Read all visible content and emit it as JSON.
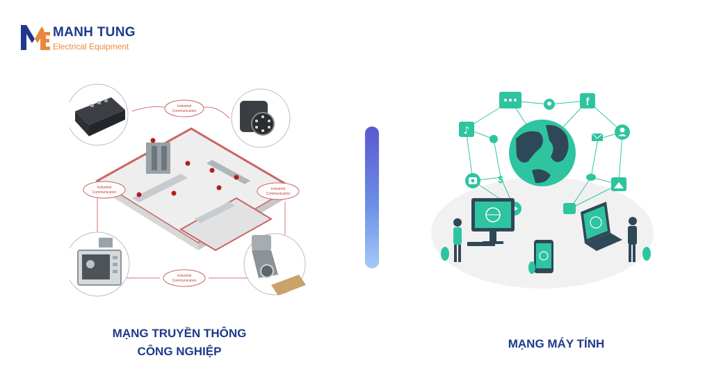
{
  "logo": {
    "name": "MANH TUNG",
    "subtitle": "Electrical Equipment",
    "colors": {
      "primary": "#1d3a8a",
      "accent": "#e8883a"
    }
  },
  "left_panel": {
    "callout_line1": "Industrial",
    "callout_line2": "Communication",
    "caption_line1": "MẠNG TRUYỀN THÔNG",
    "caption_line2": "CÔNG NGHIỆP"
  },
  "right_panel": {
    "caption": "MẠNG MÁY TÍNH",
    "colors": {
      "teal": "#2ec4a0",
      "dark": "#2f4858"
    }
  },
  "divider": {
    "colors": [
      "#5a58d0",
      "#a4c9f6"
    ]
  }
}
